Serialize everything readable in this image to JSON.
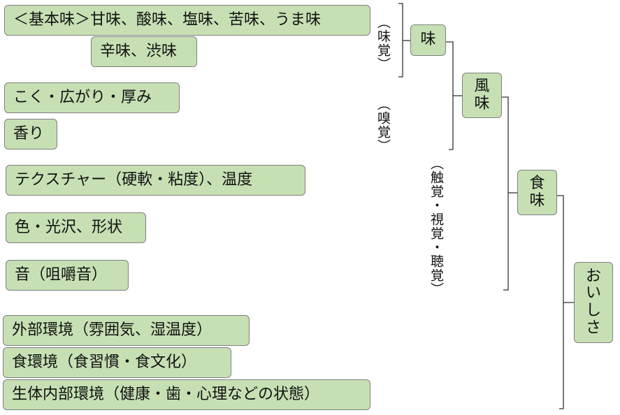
{
  "items": {
    "basic": "＜基本味＞甘味、酸味、塩味、苦味、うま味",
    "karami": "辛味、渋味",
    "koku": "こく・広がり・厚み",
    "kaori": "香り",
    "texture": "テクスチャー（硬軟・粘度）、温度",
    "color": "色・光沢、形状",
    "sound": "音（咀嚼音）",
    "external": "外部環境（雰囲気、湿温度）",
    "food_env": "食環境（食習慣・食文化）",
    "internal": "生体内部環境（健康・歯・心理などの状態）"
  },
  "senses": {
    "taste": "（味覚）",
    "smell": "（嗅覚）",
    "other": "（触覚・視覚・聴覚）"
  },
  "nodes": {
    "aji": "味",
    "fumi": "風味",
    "shokumi": "食味",
    "oishisa": "おいしさ"
  }
}
